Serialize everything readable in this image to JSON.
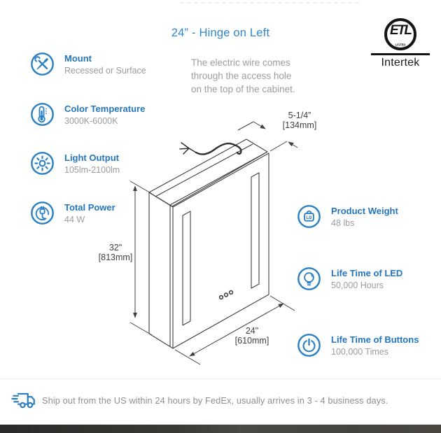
{
  "title": "24” - Hinge on Left",
  "certification": {
    "logo_text": "ETL",
    "logo_sub": "LISTED",
    "brand": "Intertek"
  },
  "note": {
    "text": "The electric wire comes\nthrough the access hole\non the top of the cabinet."
  },
  "specs_left": [
    {
      "icon": "mount-icon",
      "label": "Mount",
      "value": "Recessed or Surface"
    },
    {
      "icon": "color-temperature-icon",
      "label": "Color Temperature",
      "value": "3000K-6000K"
    },
    {
      "icon": "light-output-icon",
      "label": "Light Output",
      "value": "105lm-2100lm"
    },
    {
      "icon": "total-power-icon",
      "label": "Total Power",
      "value": "44 W"
    }
  ],
  "specs_right": [
    {
      "icon": "product-weight-icon",
      "label": "Product Weight",
      "value": "48 lbs"
    },
    {
      "icon": "led-lifetime-icon",
      "label": "Life Time of LED",
      "value": "50,000 Hours"
    },
    {
      "icon": "button-lifetime-icon",
      "label": "Life Time of Buttons",
      "value": "100,000 Times"
    }
  ],
  "dimensions": {
    "depth": {
      "inches": "5-1/4”",
      "mm": "[134mm]"
    },
    "height": {
      "inches": "32\"",
      "mm": "[813mm]"
    },
    "width": {
      "inches": "24\"",
      "mm": "[610mm]"
    }
  },
  "shipping": {
    "text": "Ship out from the US within 24 hours by FedEx, usually arrives in 3 - 4 business days."
  },
  "colors": {
    "accent_blue": "#2b80c4",
    "value_gray": "#9c9c9c",
    "line_dark": "#3f3f3f",
    "band_dark": "#3a3936"
  }
}
